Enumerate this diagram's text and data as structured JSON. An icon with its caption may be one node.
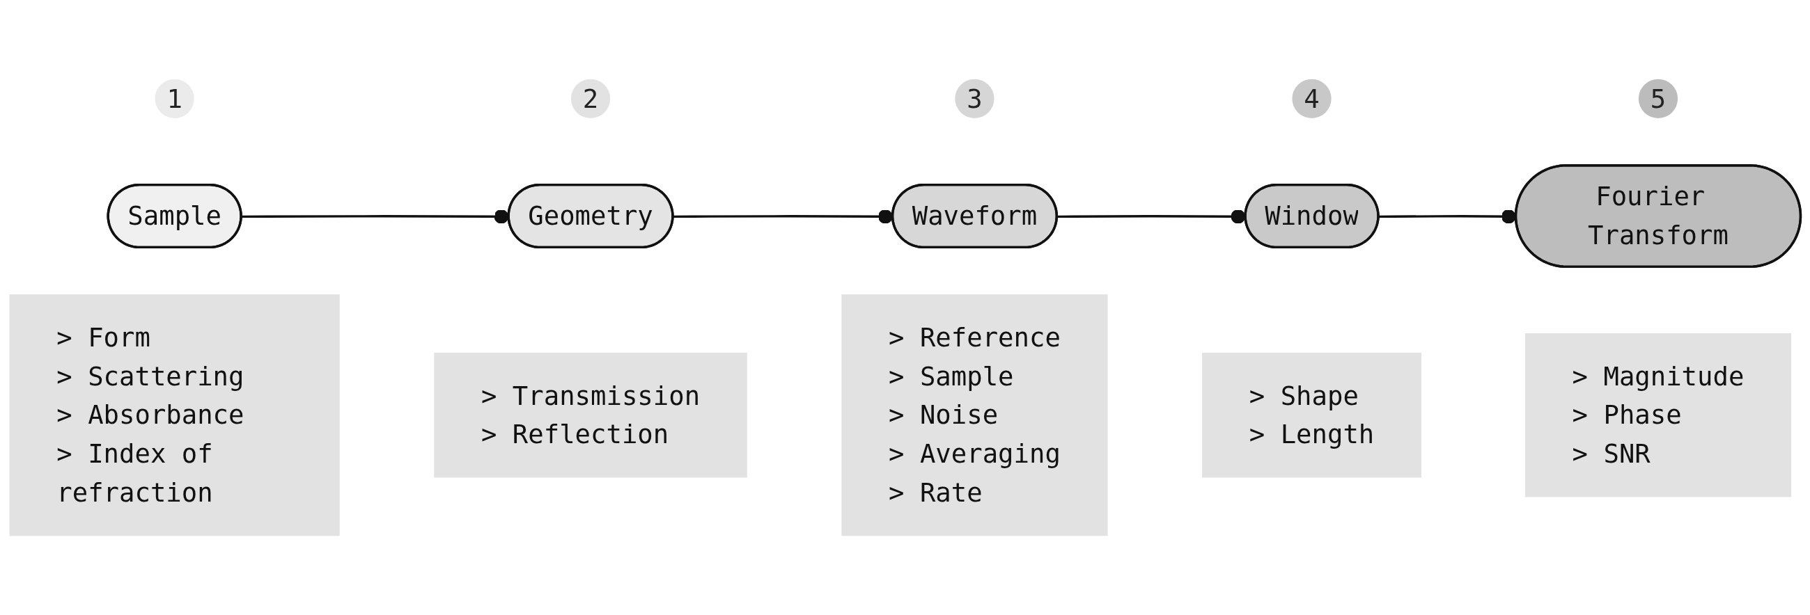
{
  "diagram": {
    "nodes": [
      {
        "text": [
          "1"
        ]
      },
      {
        "text": [
          "2"
        ]
      },
      {
        "text": [
          "3"
        ]
      },
      {
        "text": [
          "4"
        ]
      },
      {
        "text": [
          "5"
        ]
      },
      {
        "text": [
          "Sample"
        ]
      },
      {
        "text": [
          "Geometry"
        ]
      },
      {
        "text": [
          "Waveform"
        ]
      },
      {
        "text": [
          "Window"
        ]
      },
      {
        "text": [
          "Fourier Transform"
        ]
      },
      {
        "text": [
          "> Form",
          "> Scattering",
          "> Absorbance",
          "> Index of refraction"
        ]
      },
      {
        "text": [
          "> Transmission",
          "> Reflection"
        ]
      },
      {
        "text": [
          "> Reference",
          "> Sample",
          "> Noise",
          "> Averaging",
          "> Rate"
        ]
      },
      {
        "text": [
          "> Shape",
          "> Length"
        ]
      },
      {
        "text": [
          "> Magnitude",
          "> Phase",
          "> SNR"
        ]
      }
    ],
    "edges": [
      {
        "from": 5,
        "to": 6,
        "arrow": "other"
      },
      {
        "from": 6,
        "to": 7,
        "arrow": "other"
      },
      {
        "from": 7,
        "to": 8,
        "arrow": "other"
      },
      {
        "from": 8,
        "to": 9,
        "arrow": "other"
      }
    ]
  }
}
